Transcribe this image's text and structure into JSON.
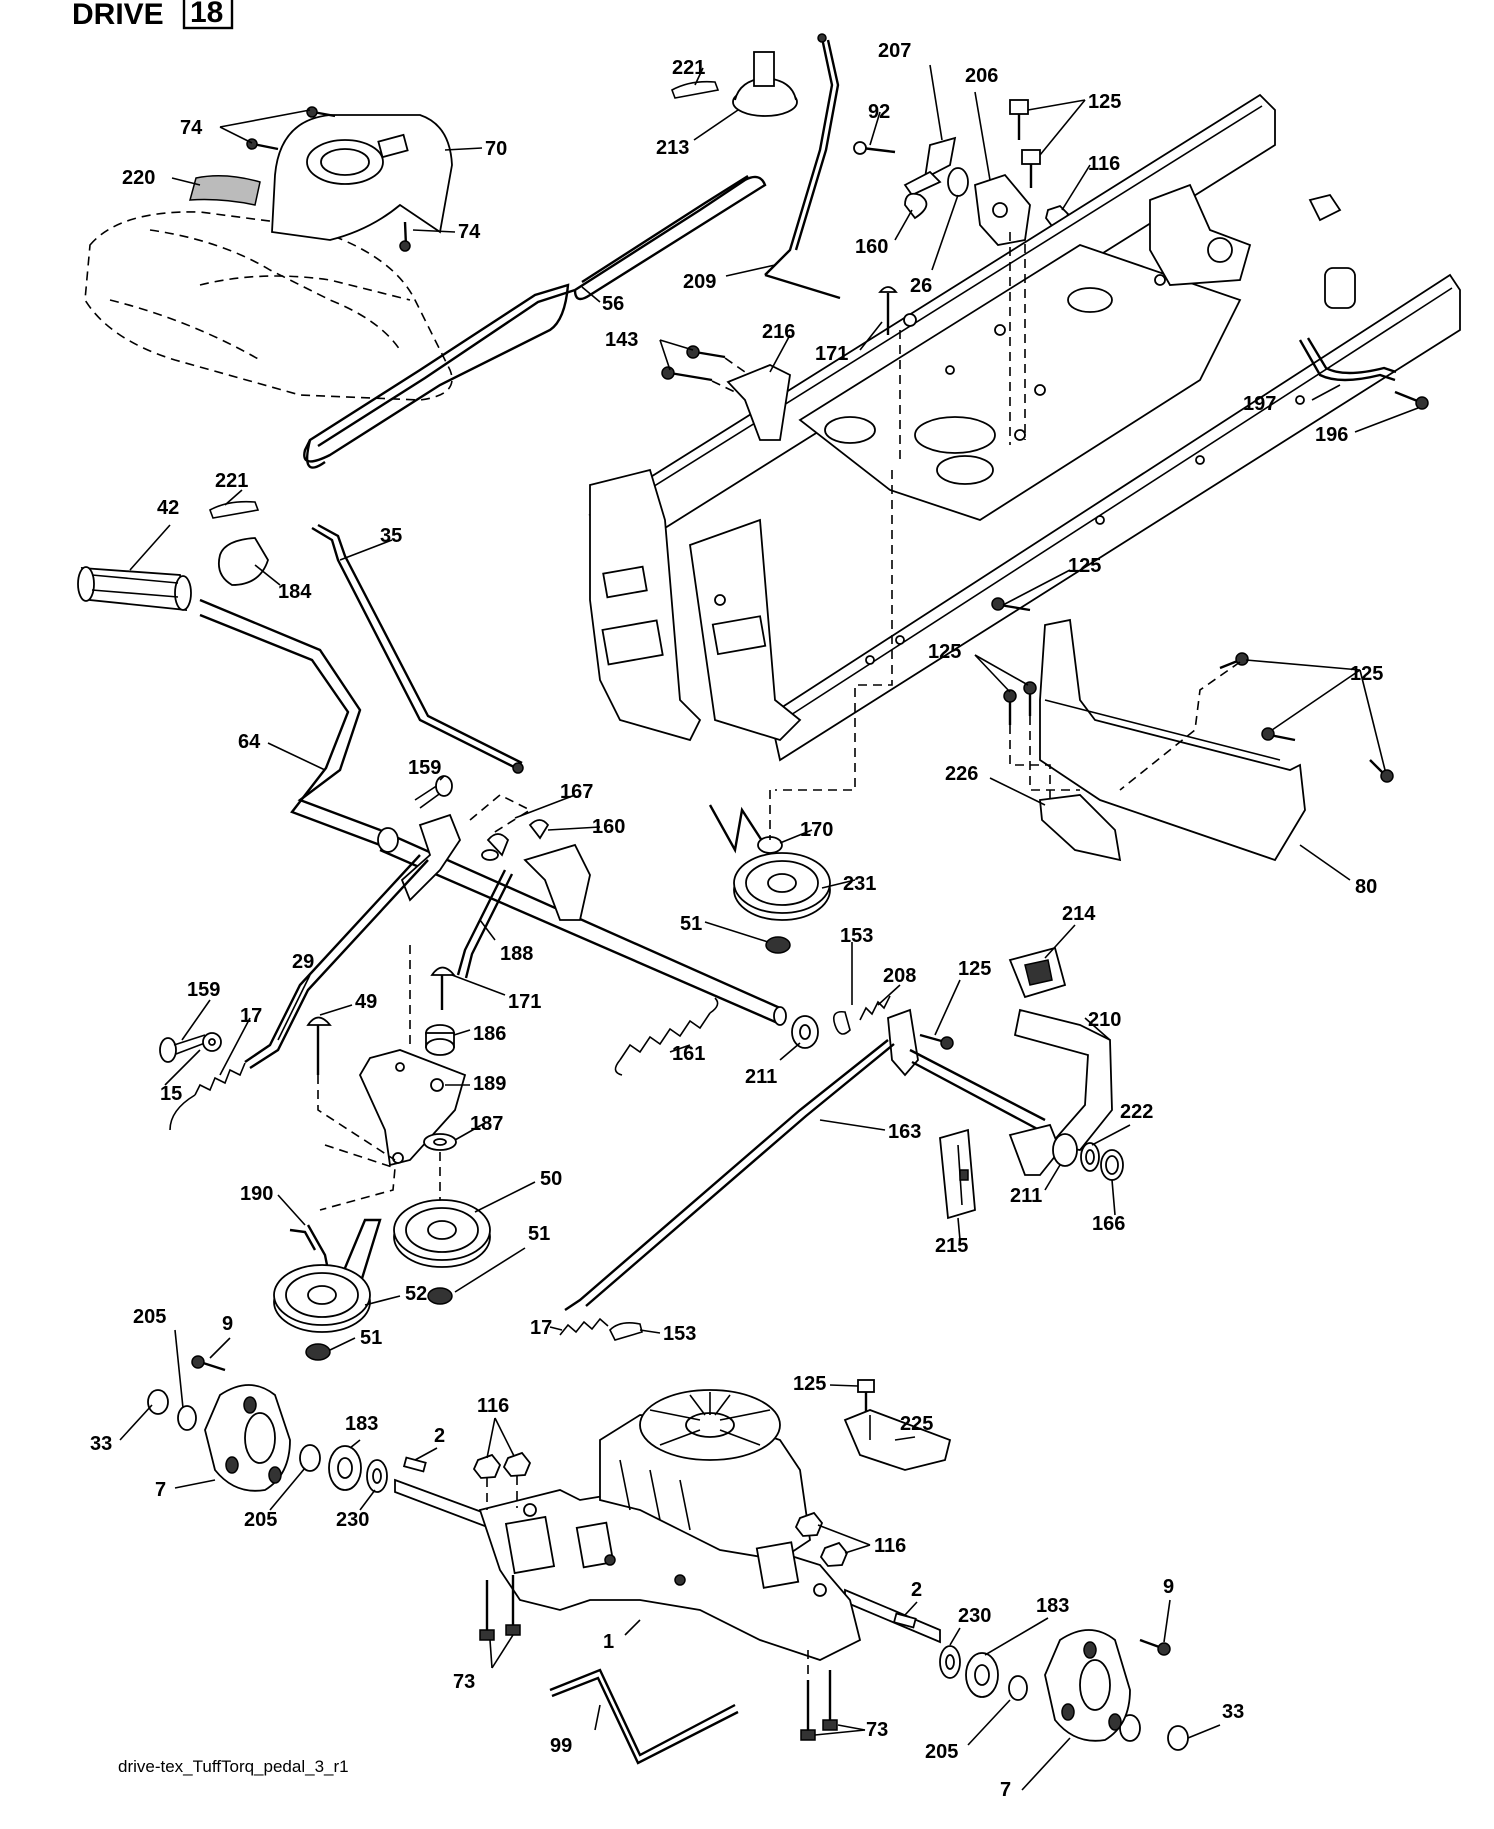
{
  "header": {
    "section_word": "DRIVE",
    "section_number": "18"
  },
  "caption": "drive-tex_TuffTorq_pedal_3_r1",
  "labels": [
    "74",
    "70",
    "220",
    "74",
    "221",
    "213",
    "209",
    "207",
    "92",
    "160",
    "26",
    "206",
    "125",
    "116",
    "56",
    "143",
    "216",
    "171",
    "197",
    "196",
    "221",
    "42",
    "184",
    "35",
    "125",
    "125",
    "125",
    "64",
    "159",
    "167",
    "160",
    "226",
    "80",
    "170",
    "231",
    "51",
    "29",
    "188",
    "153",
    "208",
    "125",
    "214",
    "159",
    "17",
    "49",
    "171",
    "186",
    "15",
    "161",
    "211",
    "210",
    "189",
    "187",
    "222",
    "190",
    "50",
    "163",
    "211",
    "166",
    "51",
    "215",
    "52",
    "51",
    "9",
    "205",
    "17",
    "153",
    "125",
    "225",
    "33",
    "183",
    "116",
    "2",
    "7",
    "205",
    "230",
    "116",
    "2",
    "9",
    "230",
    "183",
    "73",
    "1",
    "73",
    "33",
    "99",
    "205",
    "7"
  ]
}
